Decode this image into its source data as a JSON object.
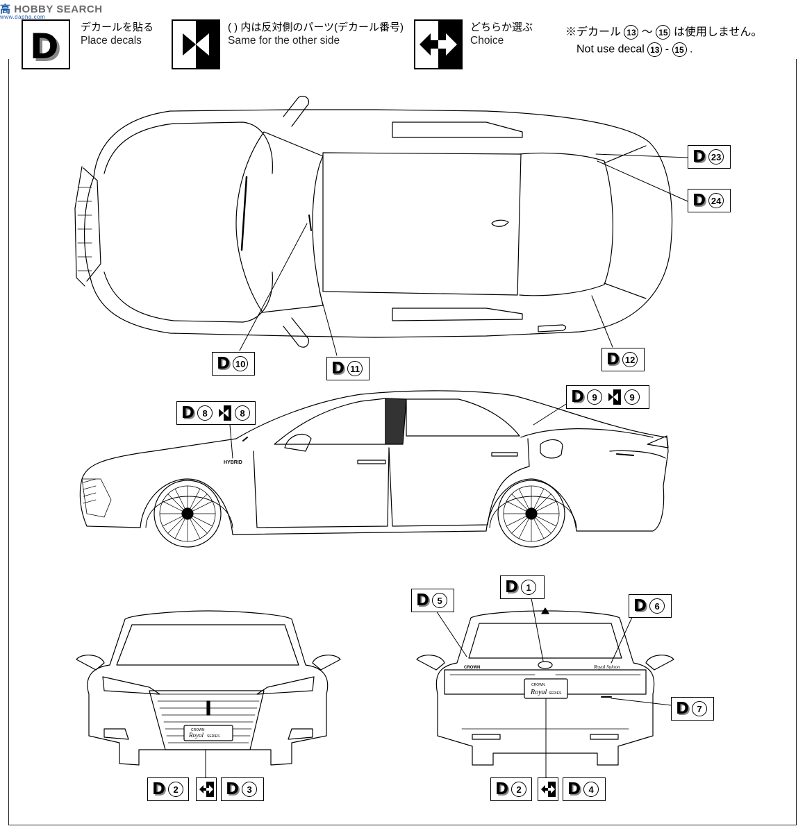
{
  "watermark": {
    "cn": "高",
    "brand": "HOBBY SEARCH",
    "url": "www.dapha.com"
  },
  "legend": [
    {
      "jp": "デカールを貼る",
      "en": "Place decals",
      "icon": "decal-d-icon"
    },
    {
      "jp": "( ) 内は反対側のパーツ(デカール番号)",
      "en": "Same for the other side",
      "icon": "mirror-icon"
    },
    {
      "jp": "どちらか選ぶ",
      "en": "Choice",
      "icon": "choice-arrows-icon"
    }
  ],
  "note": {
    "jp_prefix": "※デカール",
    "jp_from": "13",
    "jp_tilde": "～",
    "jp_to": "15",
    "jp_suffix": "は使用しません。",
    "en_prefix": "Not use decal",
    "en_from": "13",
    "en_dash": "-",
    "en_to": "15",
    "en_suffix": "."
  },
  "decal_letter": "D",
  "callouts": {
    "d23": "23",
    "d24": "24",
    "d10": "10",
    "d11": "11",
    "d12": "12",
    "d8a": "8",
    "d8b": "8",
    "d9a": "9",
    "d9b": "9",
    "d1": "1",
    "d5": "5",
    "d6": "6",
    "d7": "7",
    "d2a": "2",
    "d3": "3",
    "d2b": "2",
    "d4": "4"
  },
  "car_badges": {
    "hybrid": "HYBRID",
    "crown": "CROWN",
    "royal": "Royal",
    "series": "SERIES",
    "royal_saloon": "Royal Saloon"
  }
}
